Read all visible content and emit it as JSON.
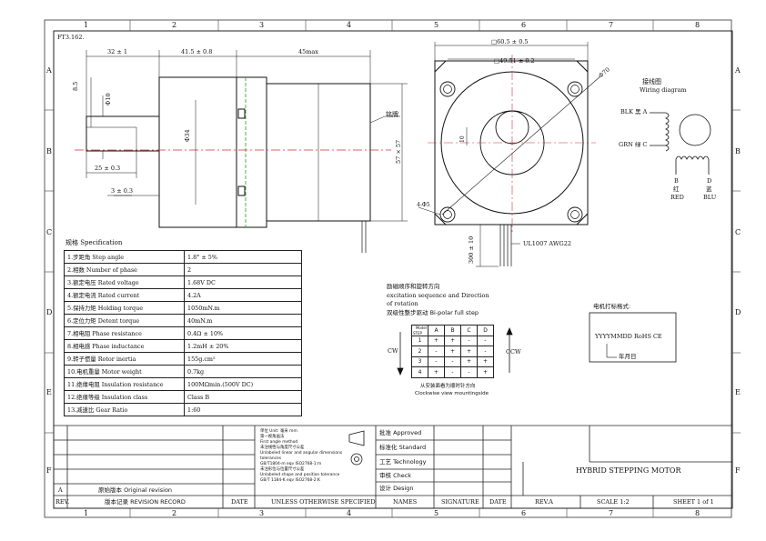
{
  "drawing_no": "FT3.162.",
  "frame": {
    "columns": [
      "1",
      "2",
      "3",
      "4",
      "5",
      "6",
      "7",
      "8"
    ],
    "rows": [
      "A",
      "B",
      "C",
      "D",
      "E",
      "F"
    ]
  },
  "side_view": {
    "dims": {
      "shaft_len": "32 ± 1",
      "pilot_len": "41.5 ± 0.8",
      "body_len": "45max",
      "shaft_flat": "8.5",
      "shaft_dia": "Φ10",
      "pilot_dia": "Φ34",
      "flat_pos": "25 ± 0.3",
      "pilot_depth": "3 ± 0.3",
      "height": "57 × 57",
      "cable_len": "300 ± 10",
      "nameplate": "铭牌"
    }
  },
  "front_view": {
    "dims": {
      "outer": "□60.5 ± 0.5",
      "hole_pitch": "□49.51 ± 0.2",
      "bolt_circle": "Φ70",
      "holes": "4-Φ5",
      "flat": "10",
      "cable_spec": "UL1007 AWG22"
    }
  },
  "wiring": {
    "title_cn": "接线图",
    "title_en": "Wiring diagram",
    "a_label": "BLK 黑 A",
    "c_label": "GRN 绿 C",
    "b_top": "B",
    "b_cn": "红",
    "b_en": "RED",
    "d_top": "D",
    "d_cn": "蓝",
    "d_en": "BLU"
  },
  "spec": {
    "title": "规格 Specification",
    "rows": [
      {
        "label": "1.步距角 Step angle",
        "value": "1.8° ± 5%"
      },
      {
        "label": "2.相数 Number of phase",
        "value": "2"
      },
      {
        "label": "3.额定电压 Rated voltage",
        "value": "1.68V DC"
      },
      {
        "label": "4.额定电流 Rated current",
        "value": "4.2A"
      },
      {
        "label": "5.保持力矩 Holding torque",
        "value": "1050mN.m"
      },
      {
        "label": "6.定位力矩 Detent torque",
        "value": "40mN.m"
      },
      {
        "label": "7.相电阻 Phase resistance",
        "value": "0.4Ω ± 10%"
      },
      {
        "label": "8.相电感 Phase inductance",
        "value": "1.2mH ± 20%"
      },
      {
        "label": "9.转子惯量 Rotor inertia",
        "value": "155g.cm²"
      },
      {
        "label": "10.电机重量 Motor weight",
        "value": "0.7kg"
      },
      {
        "label": "11.绝缘电阻 Insulation resistance",
        "value": "100MΩmin.(500V DC)"
      },
      {
        "label": "12.绝缘等级 Insulation class",
        "value": "Class B"
      },
      {
        "label": "13.减速比 Gear Ratio",
        "value": "1:60"
      }
    ]
  },
  "excitation": {
    "title_cn": "励磁顺序和旋转方向",
    "title_en1": "excitation sequence and Direction",
    "title_en2": "of rotation",
    "subtitle": "双级性整步驱动 Bi-polar full step",
    "corner_top": "Model",
    "corner_bottom": "STEP",
    "headers": [
      "A",
      "B",
      "C",
      "D"
    ],
    "rows": [
      {
        "step": "1",
        "cells": [
          "+",
          "+",
          "-",
          "-"
        ]
      },
      {
        "step": "2",
        "cells": [
          "-",
          "+",
          "+",
          "-"
        ]
      },
      {
        "step": "3",
        "cells": [
          "-",
          "-",
          "+",
          "+"
        ]
      },
      {
        "step": "4",
        "cells": [
          "+",
          "-",
          "-",
          "+"
        ]
      }
    ],
    "cw": "CW",
    "ccw": "CCW",
    "note_cn": "从安装面看为顺时针方向",
    "note_en": "Clockwise view mountingside"
  },
  "marking": {
    "title": "电机打标格式:",
    "code": "YYYYMMDD RoHS CE",
    "date_note": "年月日"
  },
  "title_block": {
    "tolerance_notes": [
      "单位 Unit: 毫米 mm",
      "第一视角画法",
      "First angle method",
      "未注线性与角度尺寸公差",
      "Unlabeled linear and angular dimensions tolerances",
      "GB/T1804-m  eqv ISO2768-1:m",
      "未注形位与位置尺寸公差",
      "Unlabeled shape and position tolerance",
      "GB/T 1184-K  eqv ISO2768-2:K"
    ],
    "approvals": [
      "批准 Approved",
      "标准化 Standard",
      "工艺 Technology",
      "审核 Check",
      "设计 Design"
    ],
    "product_title": "HYBRID STEPPING MOTOR",
    "revision_row": {
      "rev": "A",
      "record": "原始版本 Original revision"
    },
    "footer": {
      "rev": "REV.",
      "record": "版本记录 REVISION RECORD",
      "date": "DATE",
      "unless": "UNLESS OTHERWISE SPECIFIED",
      "names": "NAMES",
      "signature": "SIGNATURE",
      "date2": "DATE",
      "rev_a": "REV.A",
      "scale": "SCALE 1:2",
      "sheet": "SHEET 1 of 1"
    }
  }
}
